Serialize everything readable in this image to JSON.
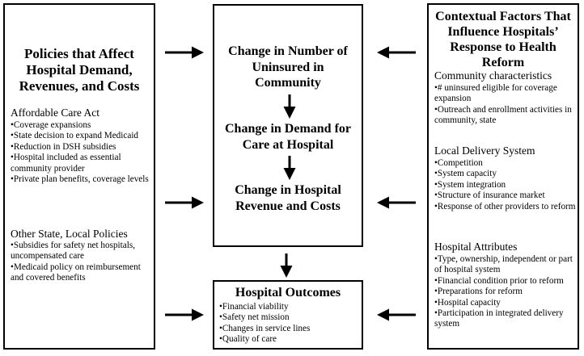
{
  "left_box": {
    "title": "Policies that Affect Hospital Demand, Revenues, and Costs",
    "sections": [
      {
        "heading": "Affordable Care Act",
        "items": [
          "Coverage expansions",
          "State decision to expand Medicaid",
          "Reduction in DSH subsidies",
          "Hospital included as essential community provider",
          "Private plan benefits, coverage levels"
        ]
      },
      {
        "heading": "Other State, Local Policies",
        "items": [
          "Subsidies for safety net hospitals, uncompensated care",
          "Medicaid policy on reimbursement and covered benefits"
        ]
      }
    ]
  },
  "center_box": {
    "step1": "Change in Number of Uninsured in Community",
    "step2": "Change in Demand for Care at Hospital",
    "step3": "Change in Hospital Revenue and Costs"
  },
  "outcomes_box": {
    "title": "Hospital Outcomes",
    "items": [
      "Financial viability",
      "Safety net mission",
      "Changes in service lines",
      "Quality of care"
    ]
  },
  "right_box": {
    "title": "Contextual Factors That Influence Hospitals’ Response to Health Reform",
    "sections": [
      {
        "heading": "Community characteristics",
        "items": [
          "# uninsured eligible for coverage expansion",
          "Outreach and enrollment activities in community, state"
        ]
      },
      {
        "heading": "Local Delivery System",
        "items": [
          "Competition",
          "System capacity",
          "System integration",
          "Structure of insurance market",
          "Response of other providers to reform"
        ]
      },
      {
        "heading": "Hospital Attributes",
        "items": [
          "Type, ownership, independent or part of hospital system",
          "Financial condition prior to reform",
          "Preparations for reform",
          "Hospital capacity",
          "Participation in integrated delivery system"
        ]
      }
    ]
  }
}
